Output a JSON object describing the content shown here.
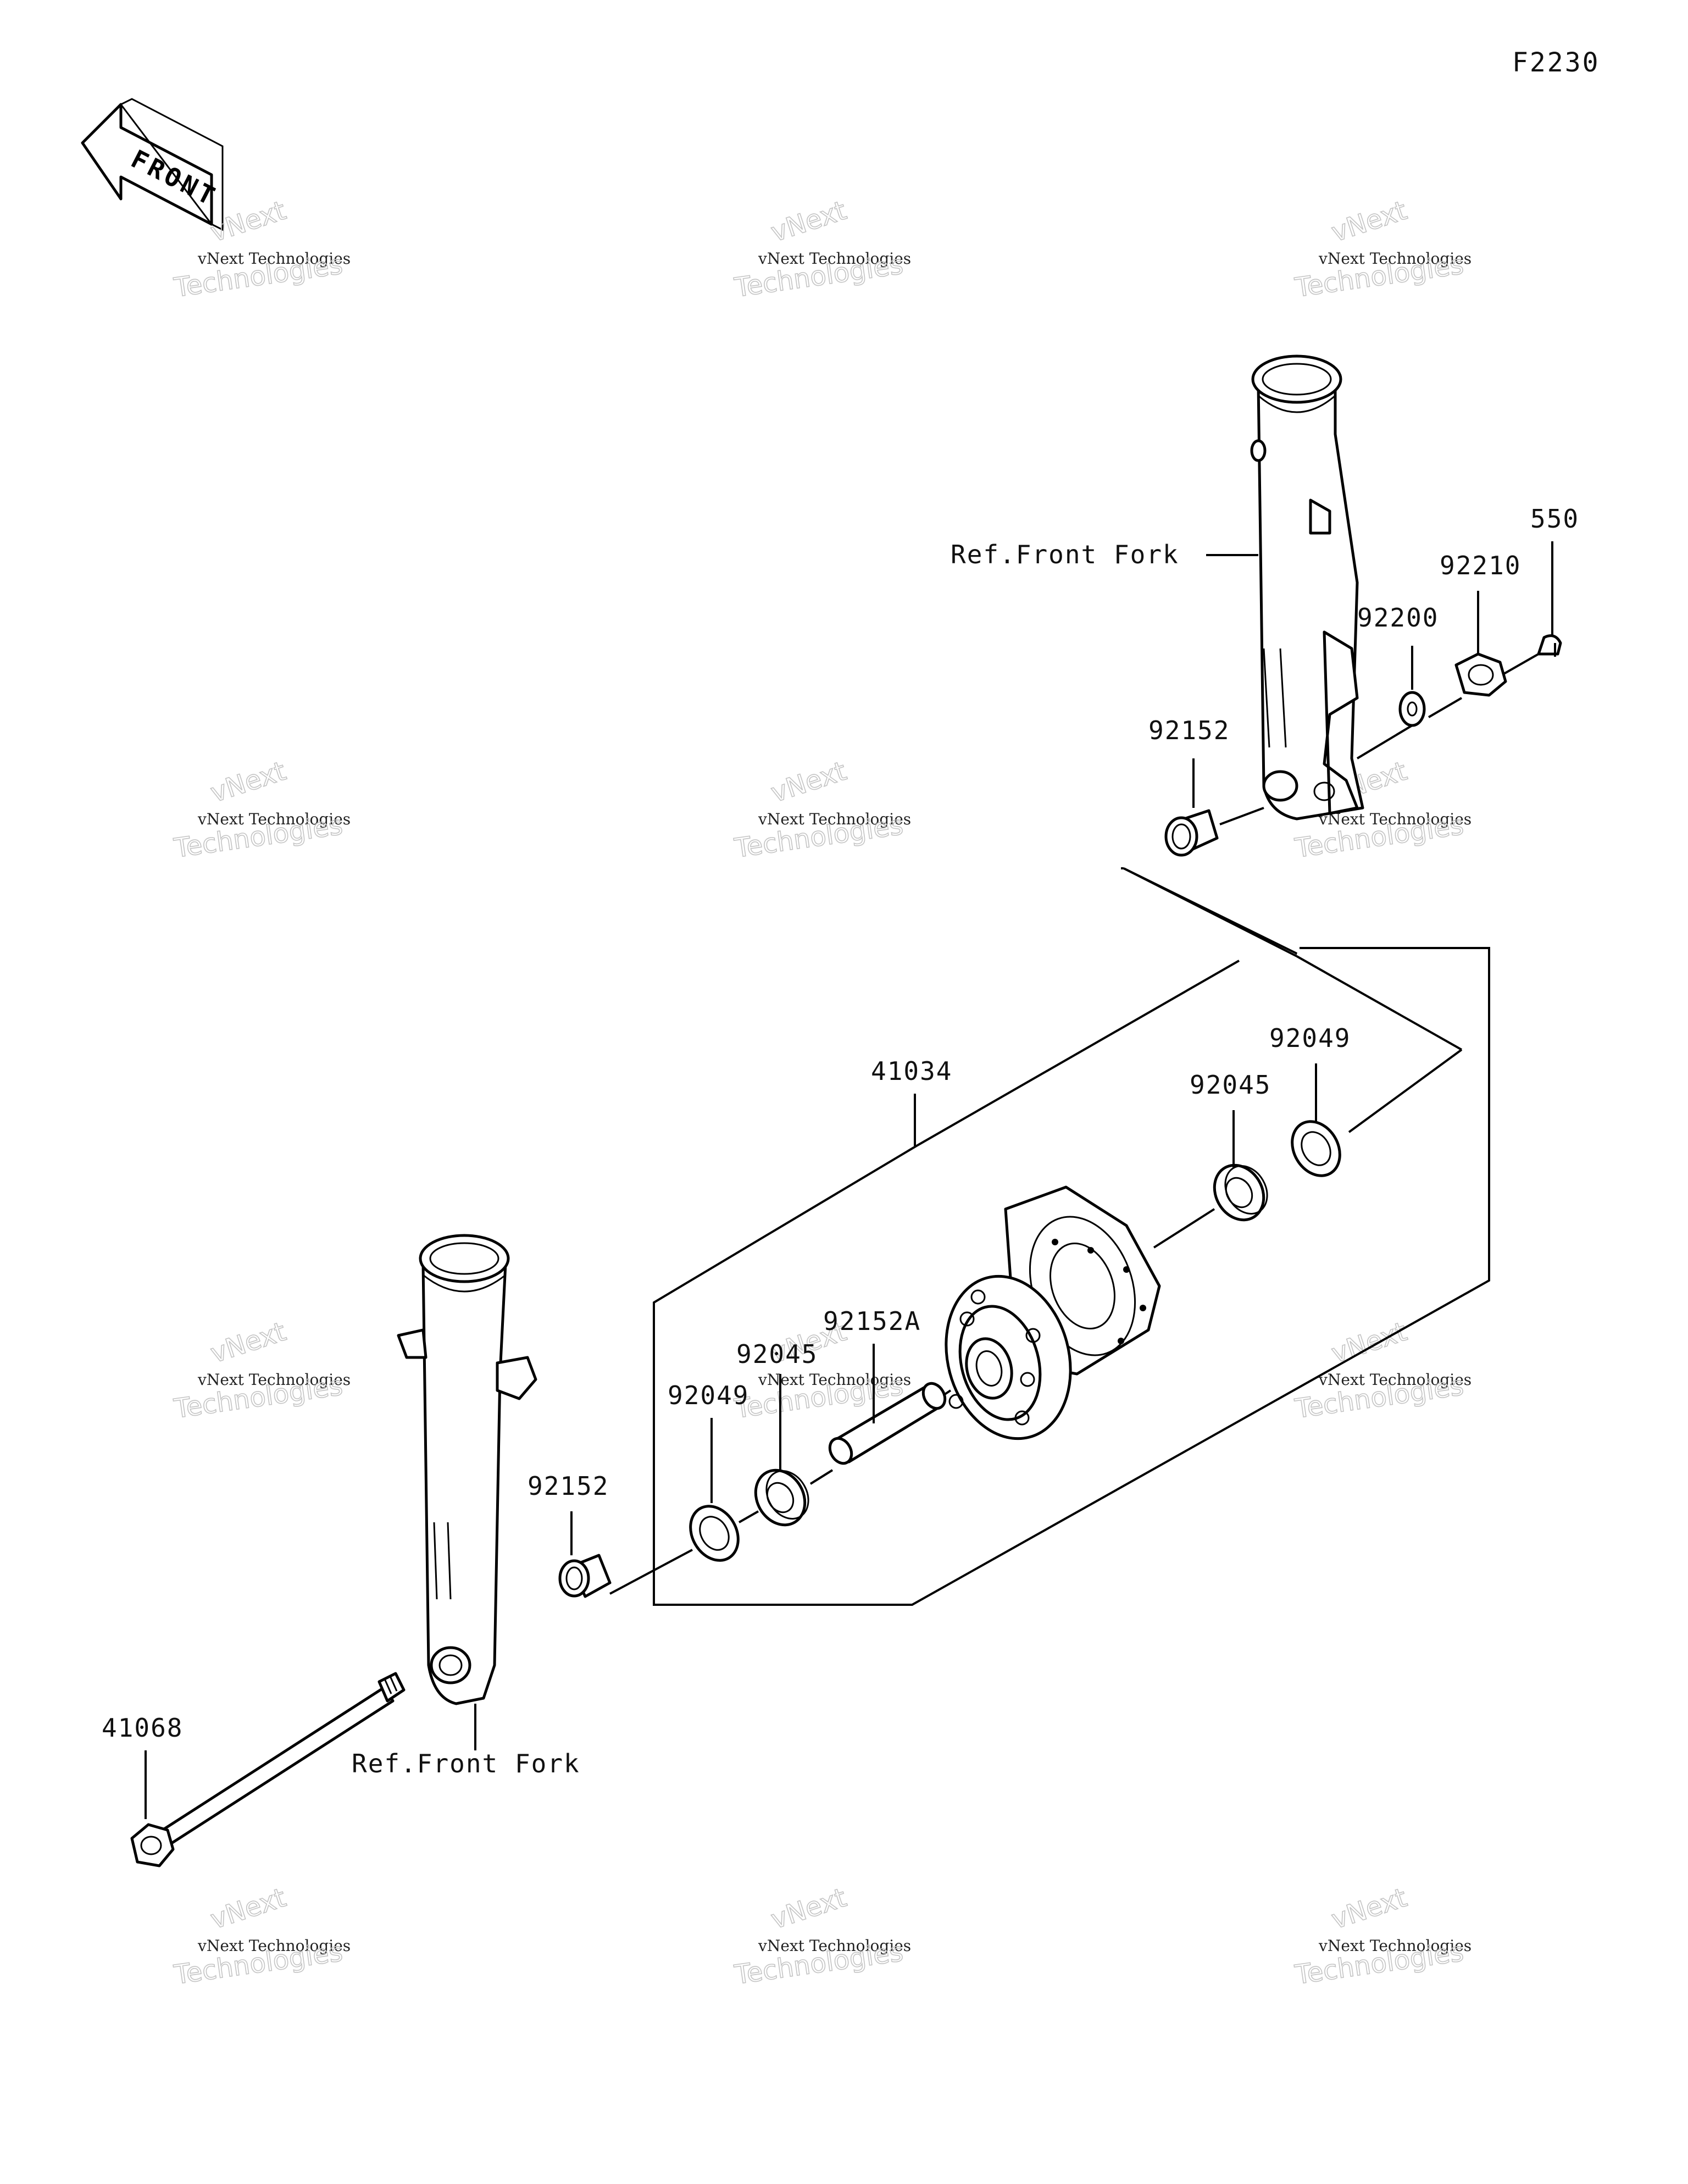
{
  "figure_code": "F2230",
  "front_arrow_text": "FRONT",
  "references": {
    "front_fork_upper": "Ref.Front Fork",
    "front_fork_lower": "Ref.Front Fork"
  },
  "parts": {
    "nut_cotter_pin": "550",
    "nut": "92210",
    "washer": "92200",
    "collar_upper": "92152",
    "hub_assembly": "41034",
    "seal_right": "92049",
    "bearing_right": "92045",
    "collar_inner": "92152A",
    "bearing_left": "92045",
    "seal_left": "92049",
    "collar_lower": "92152",
    "axle": "41068"
  },
  "watermark": {
    "company": "vNext Technologies",
    "line1": "vNext",
    "line2": "Technologies"
  }
}
